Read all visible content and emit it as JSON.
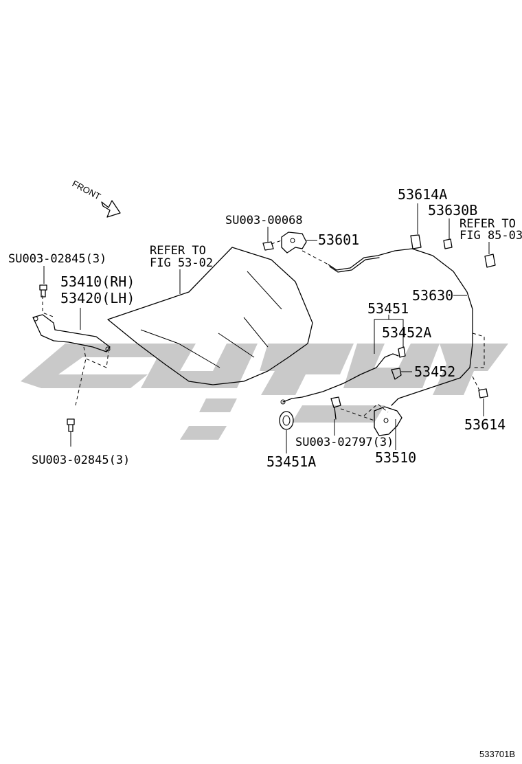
{
  "front_label": "FRONT",
  "labels": {
    "p53614A": "53614A",
    "p53630B": "53630B",
    "refer1_line1": "REFER TO",
    "refer1_line2": "FIG 85-03",
    "su_00068": "SU003-00068",
    "p53601": "53601",
    "refer2_line1": "REFER TO",
    "refer2_line2": "FIG 53-02",
    "su_02845_top": "SU003-02845(3)",
    "p53410": "53410(RH)",
    "p53420": "53420(LH)",
    "p53630": "53630",
    "p53451": "53451",
    "p53452A": "53452A",
    "p53452": "53452",
    "p53614": "53614",
    "su_02797": "SU003-02797(3)",
    "p53510": "53510",
    "p53451A": "53451A",
    "su_02845_bottom": "SU003-02845(3)"
  },
  "figure_code": "533701B",
  "colors": {
    "line": "#000000",
    "watermark": "#c9c9c9",
    "background": "#ffffff"
  }
}
